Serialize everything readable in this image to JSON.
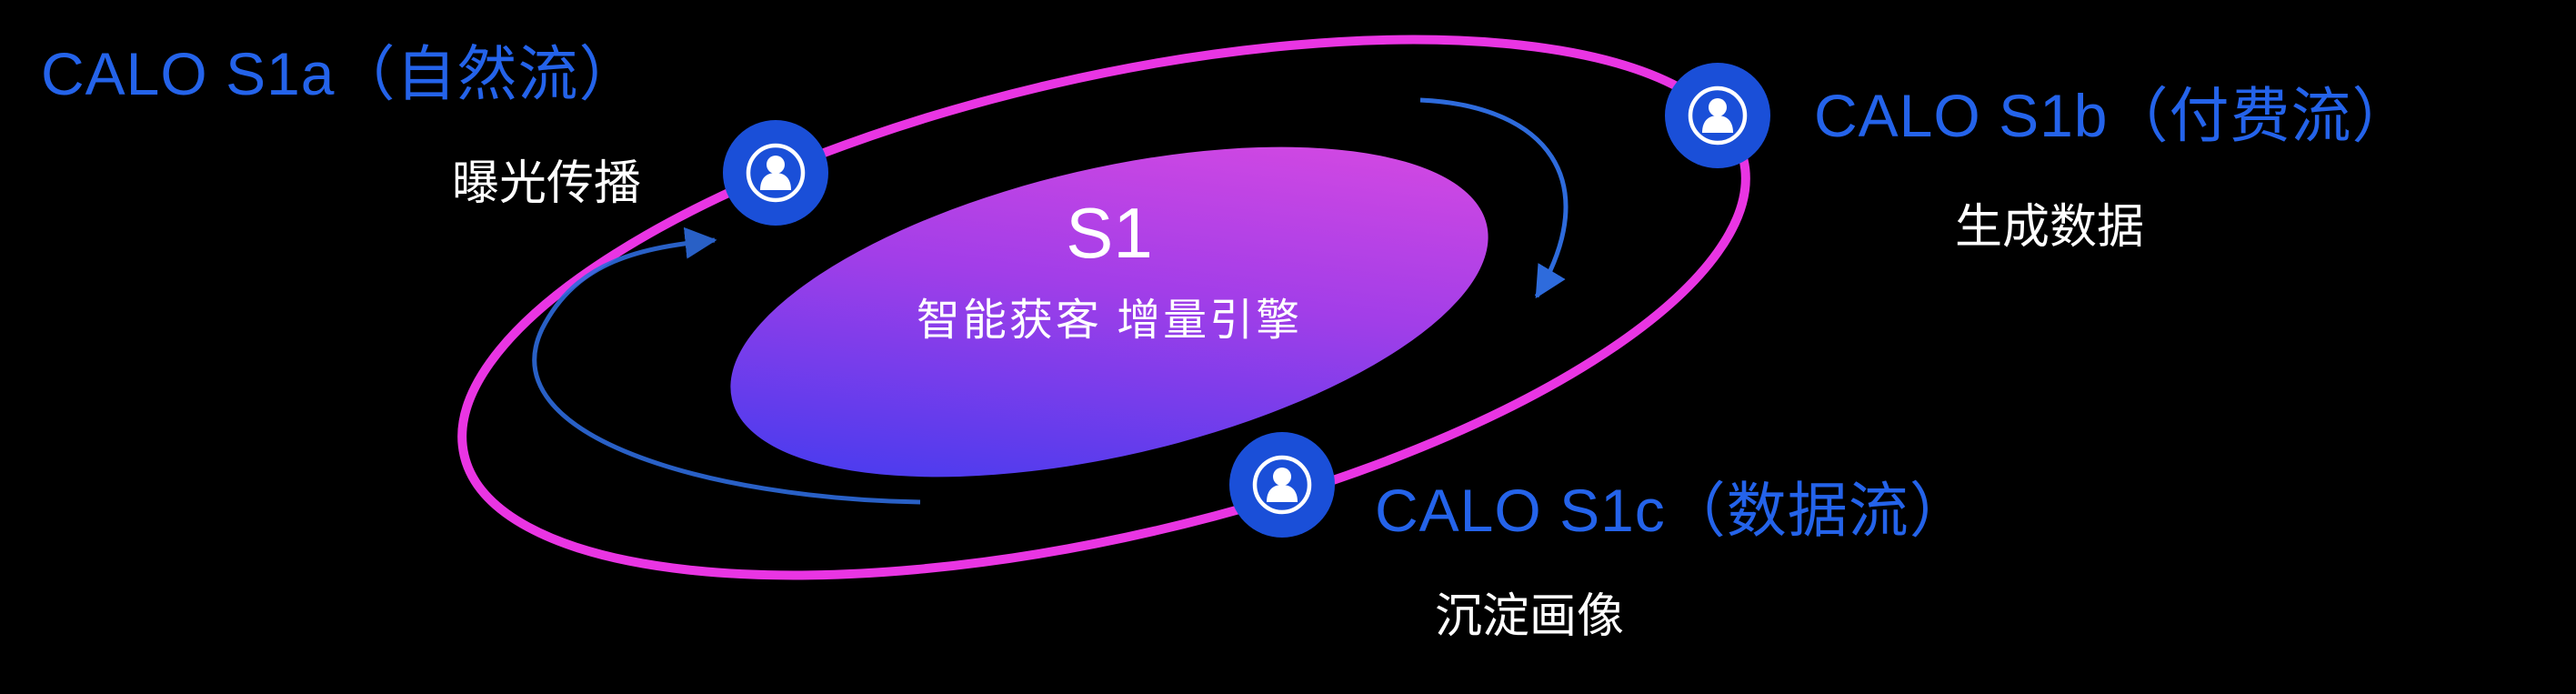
{
  "diagram": {
    "center": {
      "title": "S1",
      "subtitle": "智能获客  增量引擎"
    },
    "nodes": [
      {
        "id": "s1a",
        "label": "CALO S1a（自然流）",
        "subtitle": "曝光传播"
      },
      {
        "id": "s1b",
        "label": "CALO S1b（付费流）",
        "subtitle": "生成数据"
      },
      {
        "id": "s1c",
        "label": "CALO S1c（数据流）",
        "subtitle": "沉淀画像"
      }
    ],
    "icons": [
      "user-icon",
      "curved-arrow-icon"
    ],
    "colors": {
      "background": "#000000",
      "label_blue": "#2463ea",
      "orbit_ring_pink": "#e935e3",
      "node_circle_blue": "#1a4fd8",
      "core_gradient_start": "#2f3bf0",
      "core_gradient_end": "#e54ce0",
      "arrow_blue": "#2e6bdc",
      "text_white": "#ffffff"
    }
  }
}
